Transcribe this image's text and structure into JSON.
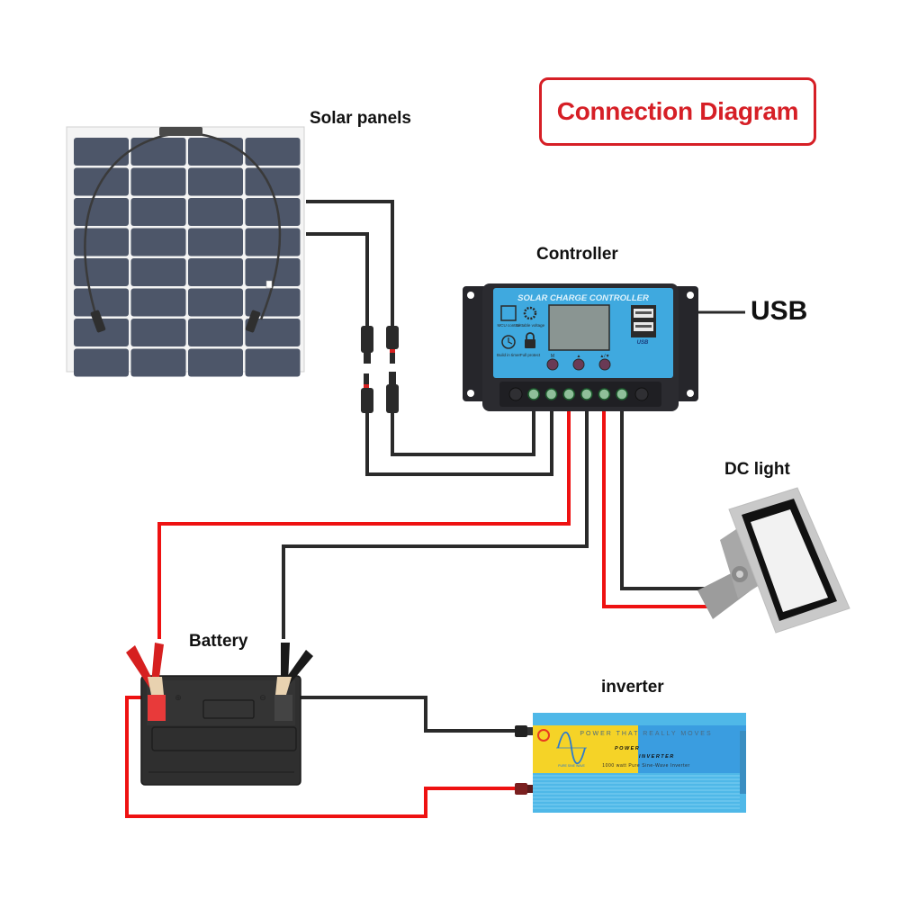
{
  "title": "Connection Diagram",
  "labels": {
    "solar_panels": "Solar panels",
    "controller": "Controller",
    "usb": "USB",
    "dc_light": "DC light",
    "battery": "Battery",
    "inverter": "inverter"
  },
  "controller": {
    "header": "SOLAR CHARGE CONTROLLER",
    "features": [
      {
        "icon": "chip-icon",
        "text": "MCU control"
      },
      {
        "icon": "gear-icon",
        "text": "Settable voltage"
      },
      {
        "icon": "clock-icon",
        "text": "Build in timer"
      },
      {
        "icon": "lock-icon",
        "text": "Full protect"
      }
    ],
    "buttons": [
      "M",
      "▲",
      "▲/▼"
    ],
    "usb_badge": "USB",
    "terminal_count": 6
  },
  "inverter": {
    "slogan": "POWER THAT REALLY MOVES",
    "brand_line1": "POWER",
    "brand_line2": "INVERTER",
    "spec": "1000 watt Pure Sine-Wave Inverter",
    "wave_caption": "PURE SINE WAVE"
  },
  "battery": {
    "positive_symbol": "⊕",
    "negative_symbol": "⊖"
  },
  "colors": {
    "positive_wire": "#ee1111",
    "negative_wire": "#2a2a2a",
    "title_red": "#d61f26",
    "controller_blue": "#3fa9df",
    "inverter_blue": "#4fb8e8",
    "inverter_yellow": "#f5d327",
    "panel_cell": "#4d5669"
  }
}
